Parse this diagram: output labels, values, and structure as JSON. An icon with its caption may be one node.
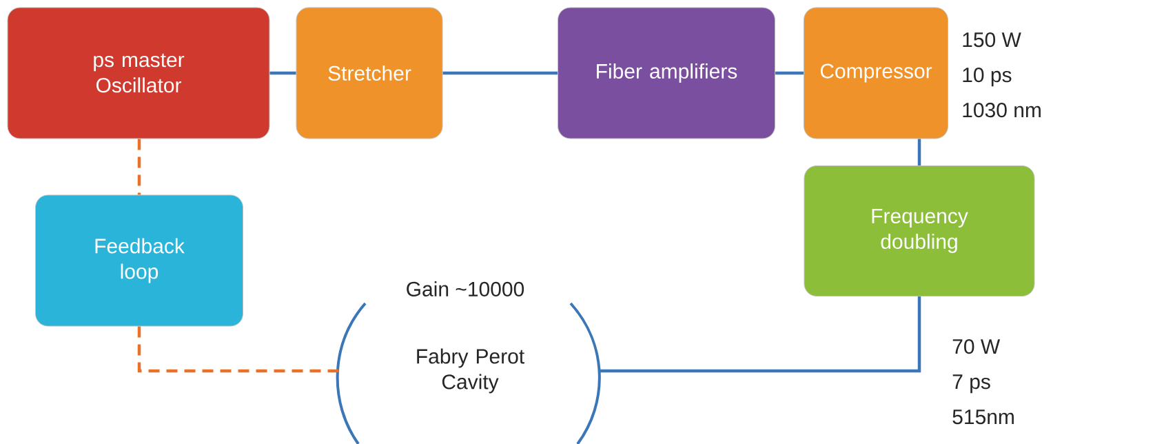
{
  "diagram": {
    "nodes": [
      {
        "text": [
          "ps master Oscillator"
        ]
      },
      {
        "text": [
          "Stretcher"
        ]
      },
      {
        "text": [
          "Fiber amplifiers"
        ]
      },
      {
        "text": [
          "Compressor"
        ],
        "beside": [
          "150 W",
          "10 ps",
          "1030 nm"
        ]
      },
      {
        "text": [
          "Frequency doubling"
        ],
        "beside": [
          "70 W",
          "7 ps",
          "515nm"
        ]
      },
      {
        "text": [
          "Feedback loop"
        ]
      },
      {
        "text": [
          "Gain ~10000",
          "Fabry Perot Cavity"
        ]
      }
    ],
    "edges": [
      {
        "from": 0,
        "to": 1,
        "arrow": "none"
      },
      {
        "from": 1,
        "to": 2,
        "arrow": "none"
      },
      {
        "from": 2,
        "to": 3,
        "arrow": "none"
      },
      {
        "from": 3,
        "to": 4,
        "arrow": "none"
      },
      {
        "from": 4,
        "to": 6,
        "arrow": "none"
      },
      {
        "from": 0,
        "to": 5,
        "arrow": "none",
        "style": "dashed",
        "color": "#e8722a"
      },
      {
        "from": 5,
        "to": 6,
        "arrow": "none",
        "style": "dashed",
        "color": "#e8722a"
      }
    ]
  }
}
